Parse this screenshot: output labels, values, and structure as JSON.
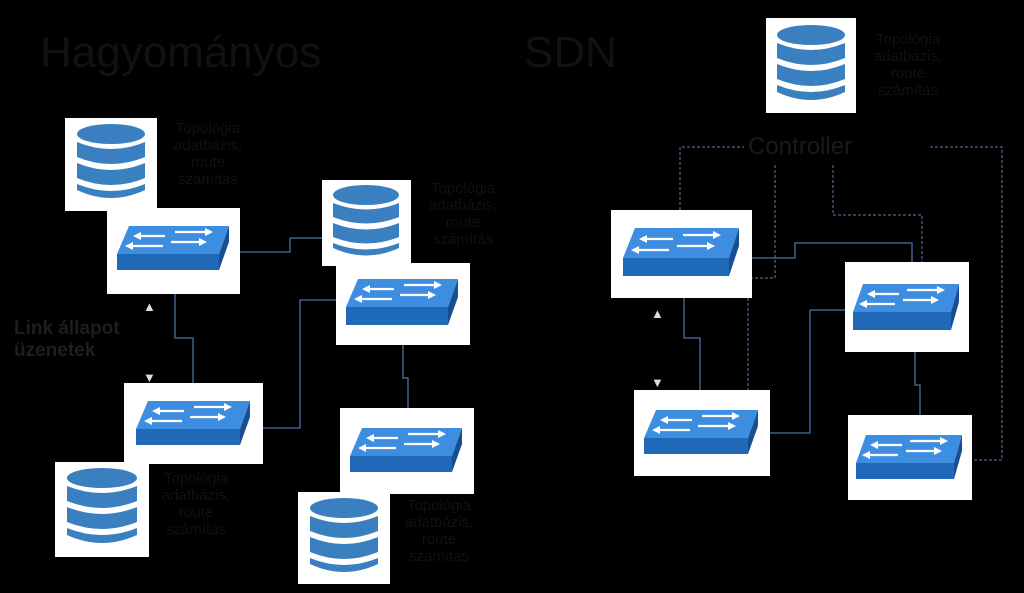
{
  "titles": {
    "traditional": "Hagyományos",
    "sdn": "SDN"
  },
  "controller_label": "Controller",
  "link_state_label": "Link állapot\nüzenetek",
  "captions": {
    "trad_top_left": "Topológia\nadatbázis,\nroute\nszámítás",
    "trad_top_right": "Topológia\nadatbázis,\nroute\nszámítás",
    "trad_bottom_left": "Topológia\nadatbázis,\nroute\nszámítás",
    "trad_bottom_right": "Topológia\nadatbázis,\nroute\nszámítás",
    "sdn_controller": "Topológia\nadatbázis,\nroute\nszámítás"
  },
  "arrows": {
    "up": "▲",
    "down": "▼"
  },
  "colors": {
    "background": "#000000",
    "device_blue": "#2f7fd0",
    "device_blue_dark": "#1a5fa8",
    "db_blue": "#3a7fc0",
    "link_line": "#4a6fa8",
    "dashed_line": "#5a7fb0"
  },
  "icons": {
    "switch": "network-switch-icon",
    "database": "database-icon"
  }
}
